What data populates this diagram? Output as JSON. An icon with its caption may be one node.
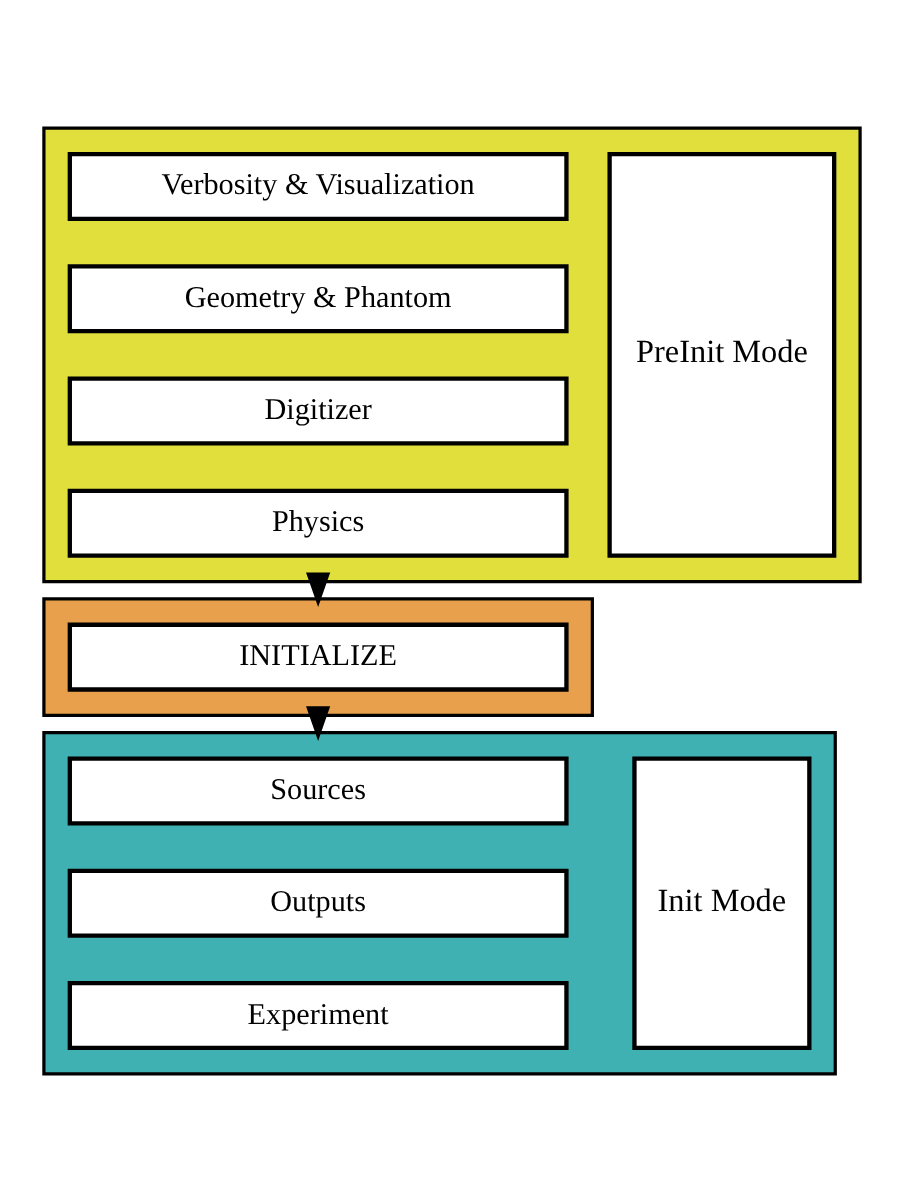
{
  "diagram": {
    "nodes": [
      {
        "text": [],
        "shape": "box"
      },
      {
        "text": [
          "Verbosity & Visualization"
        ],
        "in": 0
      },
      {
        "text": [
          "Geometry & Phantom"
        ],
        "in": 0
      },
      {
        "text": [
          "Digitizer"
        ],
        "in": 0
      },
      {
        "text": [
          "Physics"
        ],
        "in": 0
      },
      {
        "text": [
          "PreInit Mode"
        ],
        "in": 0
      },
      {
        "text": [],
        "shape": "box"
      },
      {
        "text": [
          "INITIALIZE"
        ],
        "in": 6
      },
      {
        "text": [],
        "shape": "box"
      },
      {
        "text": [
          "Sources"
        ],
        "in": 8
      },
      {
        "text": [
          "Outputs"
        ],
        "in": 8
      },
      {
        "text": [
          "Experiment"
        ],
        "in": 8
      },
      {
        "text": [
          "Init Mode"
        ],
        "in": 8
      }
    ],
    "edges": [
      {
        "from": 0,
        "to": 6,
        "arrow": "to"
      },
      {
        "from": 6,
        "to": 8,
        "arrow": "to"
      }
    ]
  }
}
